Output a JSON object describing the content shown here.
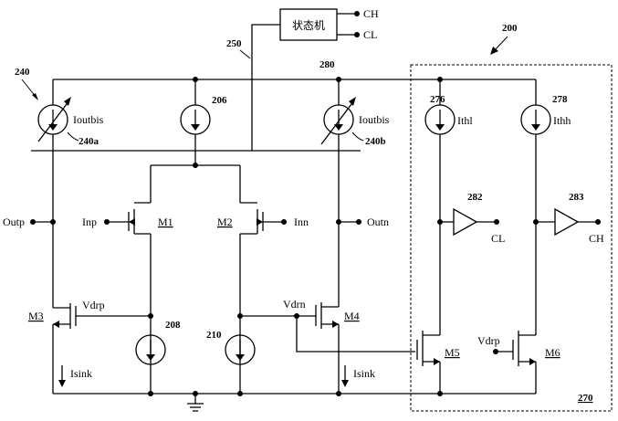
{
  "state_machine": {
    "label": "状态机",
    "out_ch": "CH",
    "out_cl": "CL",
    "ref": "280"
  },
  "refs": {
    "r200": "200",
    "r240": "240",
    "r240a": "240a",
    "r240b": "240b",
    "r206": "206",
    "r250": "250",
    "r270": "270",
    "r276": "276",
    "r278": "278",
    "r282": "282",
    "r283": "283",
    "r208": "208",
    "r210": "210"
  },
  "sources": {
    "ioutbis_left": "Ioutbis",
    "ioutbis_right": "Ioutbis",
    "ithl": "Ithl",
    "ithh": "Ithh"
  },
  "nodes": {
    "outp": "Outp",
    "outn": "Outn",
    "inp": "Inp",
    "inn": "Inn",
    "vdrp_left": "Vdrp",
    "vdrn": "Vdrn",
    "vdrp_right": "Vdrp",
    "isink_left": "Isink",
    "isink_right": "Isink",
    "cl": "CL",
    "ch": "CH"
  },
  "transistors": {
    "m1": "M1",
    "m2": "M2",
    "m3": "M3",
    "m4": "M4",
    "m5": "M5",
    "m6": "M6"
  }
}
